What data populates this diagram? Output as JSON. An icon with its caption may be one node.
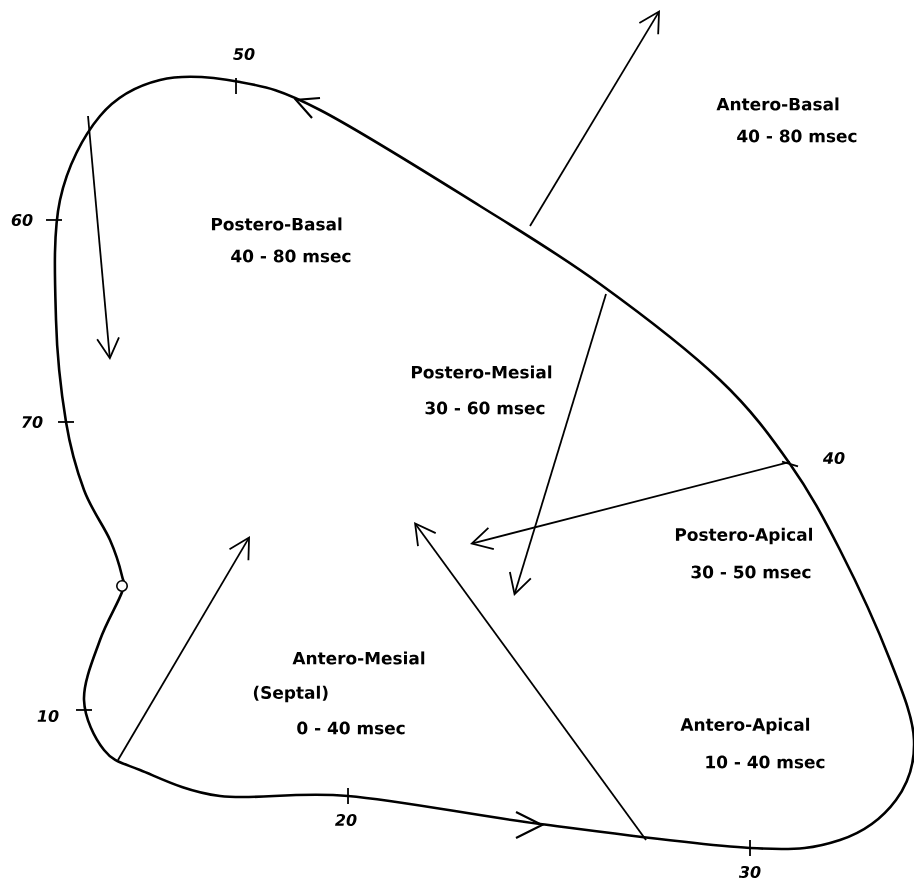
{
  "diagram": {
    "labels": [
      "50",
      "Antero-Basal",
      "40 - 80 msec",
      "60",
      "Postero-Basal",
      "40 - 80 msec",
      "70",
      "Postero-Mesial",
      "30 - 60 msec",
      "40",
      "Postero-Apical",
      "30 - 50 msec",
      "Antero-Mesial",
      "(Septal)",
      "0 - 40 msec",
      "10",
      "Antero-Apical",
      "10 - 40 msec",
      "20",
      "30"
    ]
  }
}
